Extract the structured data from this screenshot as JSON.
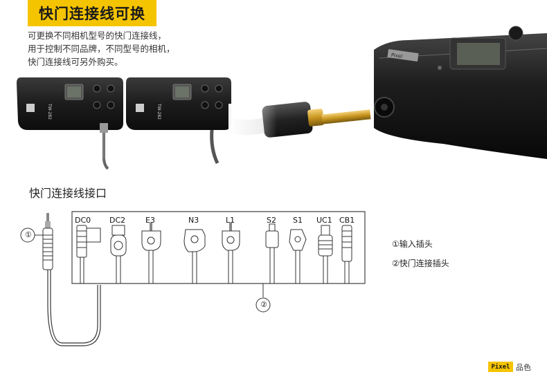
{
  "header": {
    "title": "快门连接线可换"
  },
  "description": {
    "lines": [
      "可更换不同相机型号的快门连接线，",
      "用于控制不同品牌，不同型号的相机，",
      "快门连接线可另外购买。"
    ]
  },
  "product_photo": {
    "remote_label_left": "TW-282",
    "remote_label_right": "TW-282",
    "camera_badge": "Pixel"
  },
  "interface_section": {
    "title": "快门连接线接口",
    "connectors": [
      "DC0",
      "DC2",
      "E3",
      "N3",
      "L1",
      "S2",
      "S1",
      "UC1",
      "CB1"
    ],
    "marker_1": "①",
    "marker_2": "②",
    "legend": [
      {
        "label": "①输入插头"
      },
      {
        "label": "②快门连接插头"
      }
    ]
  },
  "brand": {
    "logo_text": "Pixel",
    "logo_sub": "品色"
  },
  "colors": {
    "accent": "#f5c400",
    "device": "#1a1a1a",
    "gold_plug": "#d4a02a"
  }
}
